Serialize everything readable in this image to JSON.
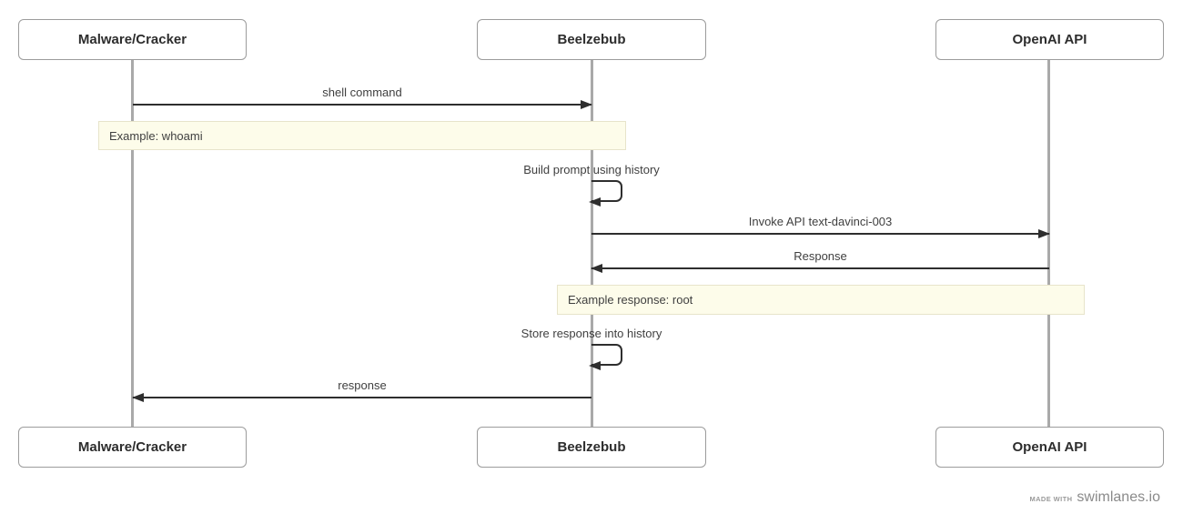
{
  "diagram": {
    "type": "sequence",
    "actors": [
      {
        "id": "malware",
        "label": "Malware/Cracker"
      },
      {
        "id": "beelzebub",
        "label": "Beelzebub"
      },
      {
        "id": "openai",
        "label": "OpenAI API"
      }
    ],
    "messages": [
      {
        "kind": "arrow",
        "from": "Malware/Cracker",
        "to": "Beelzebub",
        "direction": "right",
        "label": "shell command"
      },
      {
        "kind": "note",
        "over": "Malware/Cracker,Beelzebub",
        "text": "Example: whoami"
      },
      {
        "kind": "self",
        "actor": "Beelzebub",
        "label": "Build prompt using history"
      },
      {
        "kind": "arrow",
        "from": "Beelzebub",
        "to": "OpenAI API",
        "direction": "right",
        "label": "Invoke API text-davinci-003"
      },
      {
        "kind": "arrow",
        "from": "OpenAI API",
        "to": "Beelzebub",
        "direction": "left",
        "label": "Response"
      },
      {
        "kind": "note",
        "over": "Beelzebub,OpenAI API",
        "text": "Example response: root"
      },
      {
        "kind": "self",
        "actor": "Beelzebub",
        "label": "Store response into history"
      },
      {
        "kind": "arrow",
        "from": "Beelzebub",
        "to": "Malware/Cracker",
        "direction": "left",
        "label": "response"
      }
    ],
    "footer": {
      "made_with": "MADE WITH",
      "brand": "swimlanes.io"
    },
    "colors": {
      "background": "#ffffff",
      "arrow": "#2e2e2e",
      "lifeline": "#a9a9a9",
      "actor_border": "#9c9c9c",
      "actor_text": "#2d2d2d",
      "label_text": "#3f3f3f",
      "note_background": "#fdfcea",
      "note_border": "#e7e4cb",
      "footer_text": "#8f8f8f"
    }
  }
}
